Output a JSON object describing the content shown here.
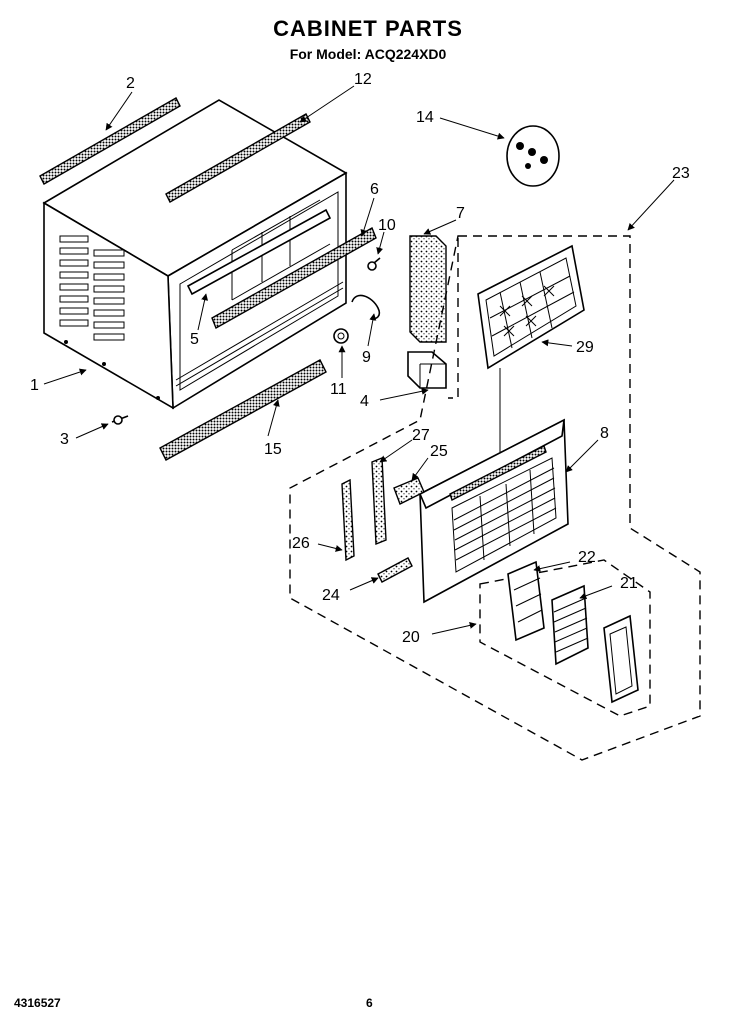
{
  "header": {
    "title": "CABINET PARTS",
    "model": "For Model: ACQ224XD0"
  },
  "footer": {
    "doc_number": "4316527",
    "page_number": "6"
  },
  "callouts": {
    "c1": "1",
    "c2": "2",
    "c3": "3",
    "c4": "4",
    "c5": "5",
    "c6": "6",
    "c7": "7",
    "c8": "8",
    "c9": "9",
    "c10": "10",
    "c11": "11",
    "c12": "12",
    "c14": "14",
    "c15": "15",
    "c20": "20",
    "c21": "21",
    "c22": "22",
    "c23": "23",
    "c24": "24",
    "c25": "25",
    "c26": "26",
    "c27": "27",
    "c29": "29"
  }
}
